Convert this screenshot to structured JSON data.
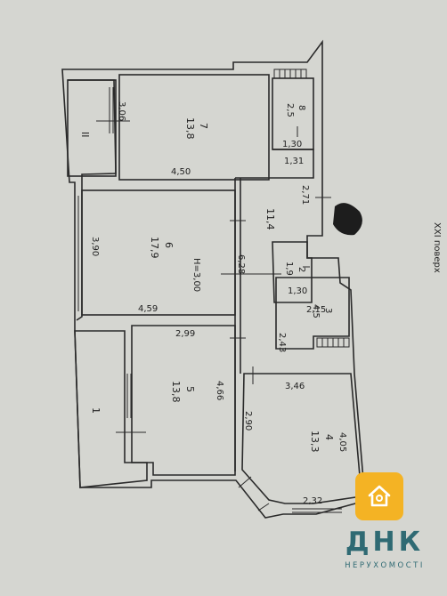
{
  "floor_label": "XXI поверх",
  "rooms": {
    "r1": {
      "number": "1"
    },
    "r2": {
      "number": "2",
      "area": "1,9"
    },
    "r3": {
      "number": "3",
      "area": "4,5"
    },
    "r4": {
      "number": "4",
      "area": "13,3"
    },
    "r5": {
      "number": "5",
      "area": "13,8"
    },
    "r6": {
      "number": "6",
      "area": "17,9",
      "height": "H=3,00"
    },
    "r7": {
      "number": "7",
      "area": "13,8"
    },
    "r8": {
      "number": "8",
      "area": "2,5"
    },
    "r11": {
      "area": "11,4"
    },
    "rII": {
      "number": "II"
    }
  },
  "dimensions": {
    "d306": "3,06",
    "d450": "4,50",
    "d130a": "1,30",
    "d131": "1,31",
    "d271": "2,71",
    "d390": "3,90",
    "d628": "6,28",
    "d459": "4,59",
    "d130b": "1,30",
    "d215": "2,15",
    "d299": "2,99",
    "d243": "2,43",
    "d466": "4,66",
    "d346": "3,46",
    "d290": "2,90",
    "d405": "4,05",
    "d232": "2,32"
  },
  "brand": {
    "name": "ДНК",
    "subtitle": "НЕРУХОМОСТІ",
    "accent": "#f4b324",
    "text_color": "#2f6a73"
  }
}
